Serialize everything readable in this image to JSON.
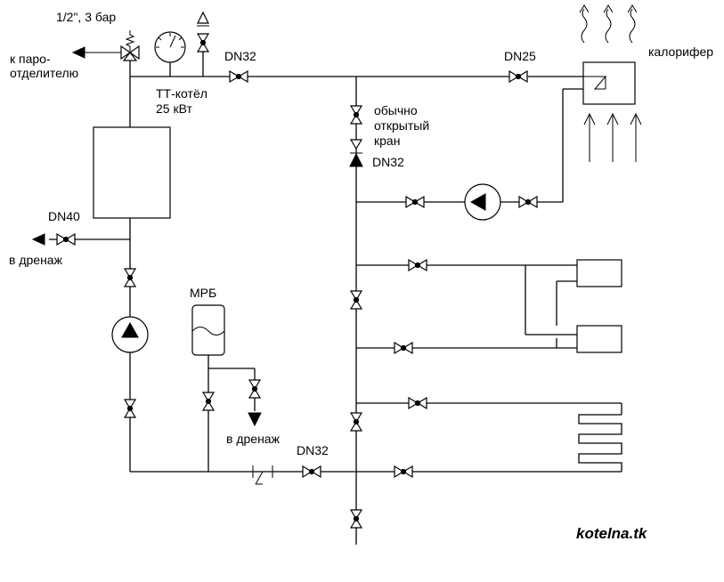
{
  "labels": {
    "relief_valve": "1/2\", 3 бар",
    "to_separator_1": "к паро-",
    "to_separator_2": "отделителю",
    "boiler_1": "ТТ-котёл",
    "boiler_2": "25 кВт",
    "dn32_top": "DN32",
    "dn25": "DN25",
    "heater": "калорифер",
    "normally_open_1": "обычно",
    "normally_open_2": "открытый",
    "normally_open_3": "кран",
    "dn32_check": "DN32",
    "dn40": "DN40",
    "drain_left": "в дренаж",
    "expansion_tank": "МРБ",
    "drain_bottom": "в дренаж",
    "dn32_bottom": "DN32"
  },
  "brand": "kotelna.tk",
  "colors": {
    "line": "#000000",
    "background": "#ffffff"
  }
}
